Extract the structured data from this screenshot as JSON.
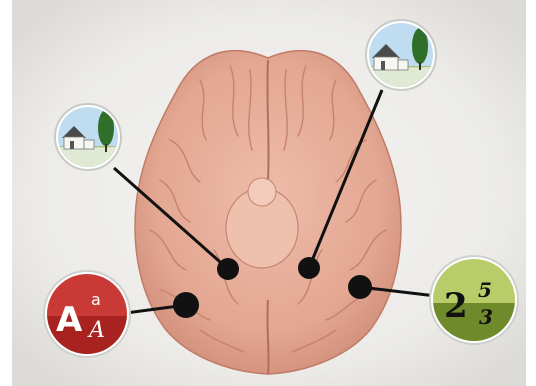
{
  "badges": {
    "letters": {
      "big": "A",
      "small_top": "a",
      "small_bottom": "A",
      "color_top": "#c93a37",
      "color_bottom": "#a8221f"
    },
    "numbers": {
      "big": "2",
      "top": "5",
      "bottom": "3",
      "color_top": "#b9cc6a",
      "color_bottom": "#6f8a2a"
    }
  },
  "icons": {
    "left": "house-tree-icon",
    "right": "house-tree-icon"
  },
  "colors": {
    "background": "#ecebe8",
    "brain": "#e7ad9a",
    "brain_shadow": "#c98773",
    "connector": "#111111",
    "sky": "#bfdcf0",
    "grass": "#a8c57a",
    "tree": "#2f6f2a",
    "house": "#f7f7f2"
  }
}
